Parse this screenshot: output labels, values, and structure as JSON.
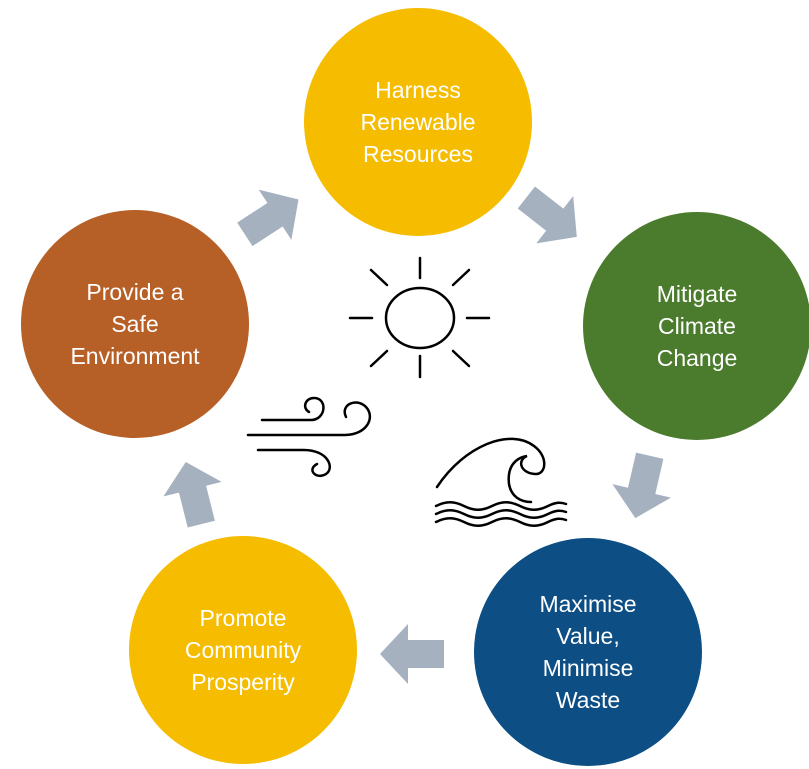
{
  "colors": {
    "harness": "#F5BC00",
    "mitigate": "#4B7B2C",
    "maximise": "#0D4E84",
    "promote": "#F5BC00",
    "provide": "#B65F27",
    "arrow": "#A6B1C0",
    "icon_stroke": "#000000"
  },
  "nodes": [
    {
      "label": "Harness\nRenewable\nResources"
    },
    {
      "label": "Mitigate\nClimate\nChange"
    },
    {
      "label": "Maximise\nValue,\nMinimise\nWaste"
    },
    {
      "label": "Promote\nCommunity\nProsperity"
    },
    {
      "label": "Provide a\nSafe\nEnvironment"
    }
  ],
  "icons": [
    "sun-icon",
    "wind-icon",
    "wave-icon",
    "cycle-arrow-icon"
  ]
}
